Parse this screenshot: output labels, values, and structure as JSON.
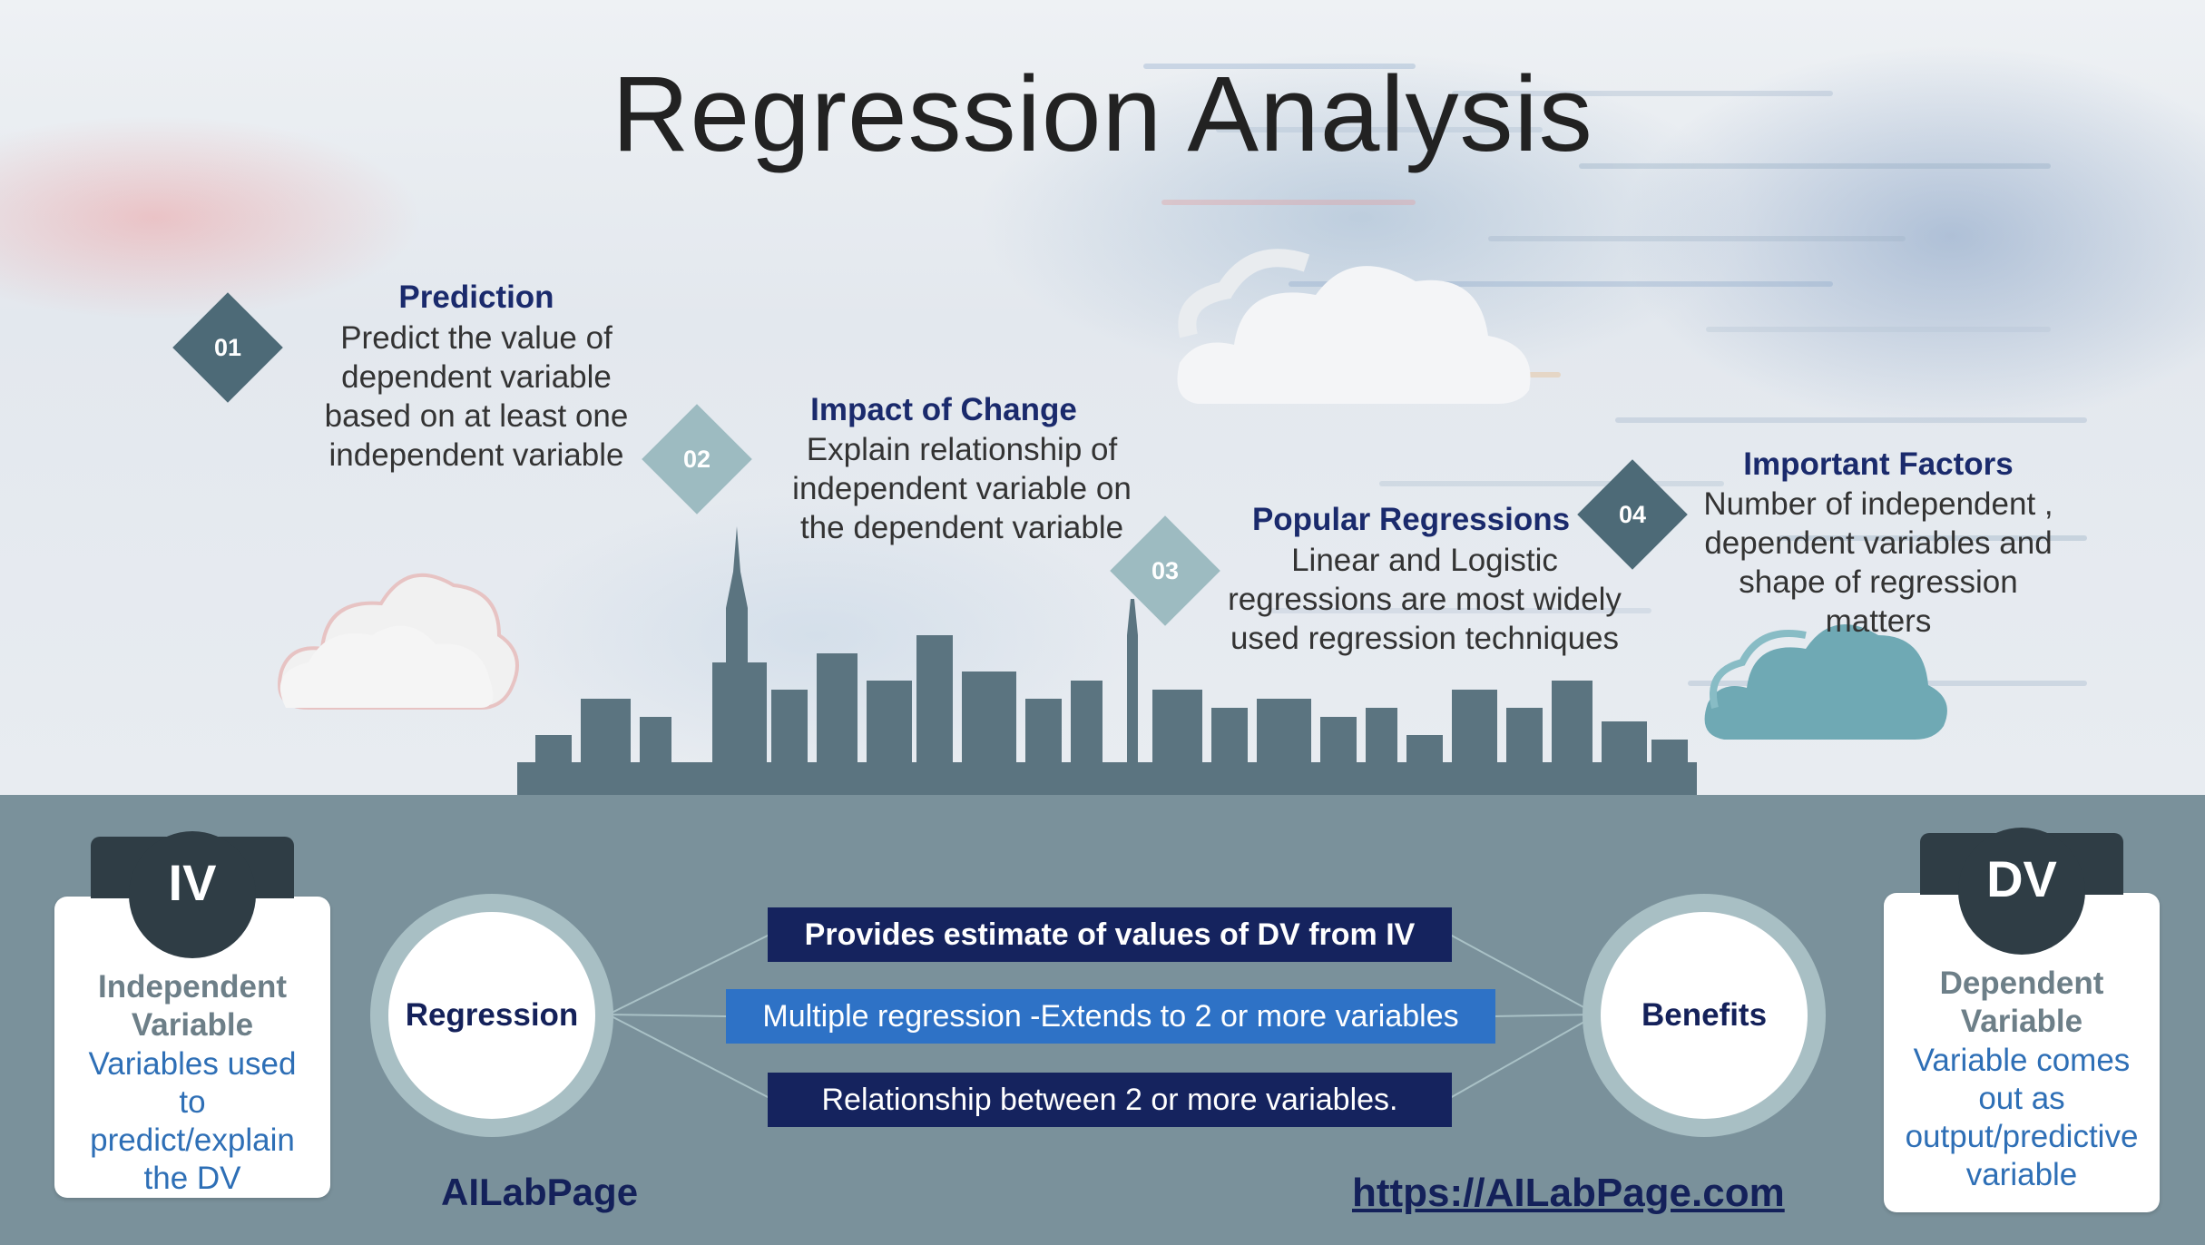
{
  "title": "Regression Analysis",
  "steps": [
    {
      "number": "01",
      "heading": "Prediction",
      "body": [
        "Predict the value of",
        "dependent variable",
        "based on at least one",
        "independent variable"
      ]
    },
    {
      "number": "02",
      "heading": "Impact of Change",
      "body": [
        "Explain relationship of",
        "independent variable on",
        "the dependent variable"
      ]
    },
    {
      "number": "03",
      "heading": "Popular Regressions",
      "body": [
        "Linear and Logistic",
        "regressions are most widely",
        "used regression techniques"
      ]
    },
    {
      "number": "04",
      "heading": "Important Factors",
      "body": [
        "Number of independent ,",
        "dependent variables and",
        "shape of regression",
        "matters"
      ]
    }
  ],
  "iv": {
    "tab": "IV",
    "heading": "Independent Variable",
    "body": "Variables used to predict/explain the DV"
  },
  "dv": {
    "tab": "DV",
    "heading": "Dependent Variable",
    "body": "Variable comes out as output/predictive variable"
  },
  "left_circle": "Regression",
  "right_circle": "Benefits",
  "bars": [
    "Provides estimate of values of DV from IV",
    "Multiple regression -Extends to 2 or more variables",
    "Relationship between 2 or more variables."
  ],
  "footer": {
    "brand": "AILabPage",
    "url": "https://AILabPage.com"
  },
  "colors": {
    "navy": "#14215a",
    "slate": "#4d6a77",
    "teal": "#9dbbc1",
    "band": "#7a919b",
    "blue_bar": "#2e72c6"
  }
}
